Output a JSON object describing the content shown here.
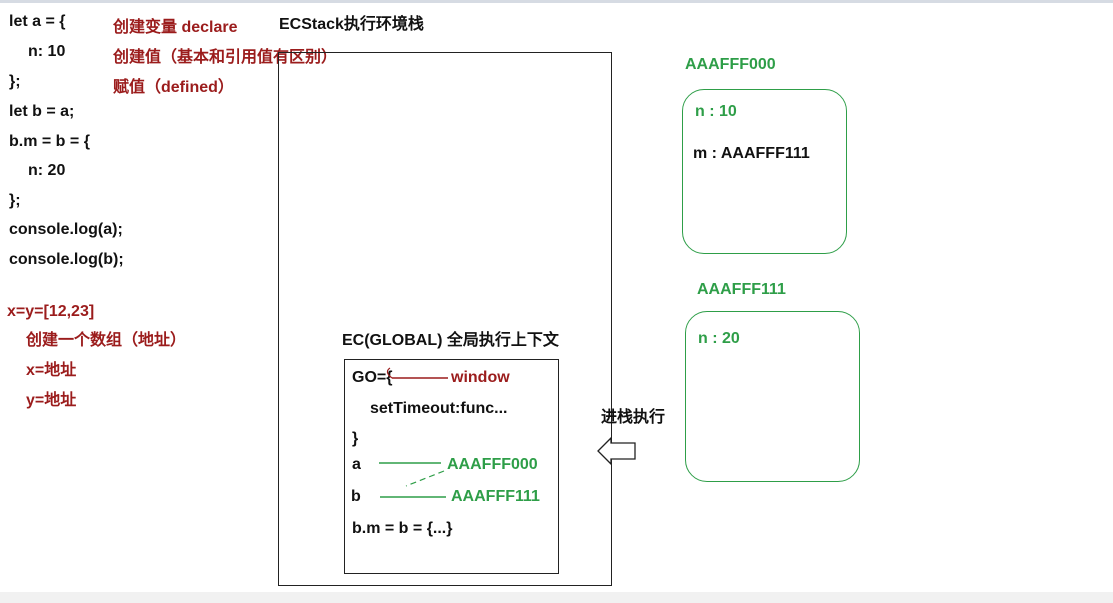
{
  "code": [
    "let a = {",
    "n: 10",
    "};",
    "let b = a;",
    "b.m = b = {",
    "n: 20",
    "};",
    "console.log(a);",
    "console.log(b);"
  ],
  "notes": {
    "create_var": "创建变量  declare",
    "create_value": "创建值（基本和引用值有区别）",
    "assign": "赋值（defined）"
  },
  "array_example": {
    "expr": "x=y=[12,23]",
    "lines": [
      "创建一个数组（地址）",
      "x=地址",
      "y=地址"
    ]
  },
  "stack": {
    "title": "ECStack执行环境栈",
    "ec_title": "EC(GLOBAL)  全局执行上下文",
    "go_open": "GO={",
    "window": "window",
    "settimeout": "setTimeout:func...",
    "go_close": "}",
    "var_a": "a",
    "var_a_ref": "AAAFFF000",
    "var_b": "b",
    "var_b_ref": "AAAFFF111",
    "bm": "b.m = b = {...}"
  },
  "push_label": "进栈执行",
  "heap": [
    {
      "address": "AAAFFF000",
      "lines": [
        "n : 10",
        "m : AAAFFF111"
      ]
    },
    {
      "address": "AAAFFF111",
      "lines": [
        "n : 20"
      ]
    }
  ]
}
